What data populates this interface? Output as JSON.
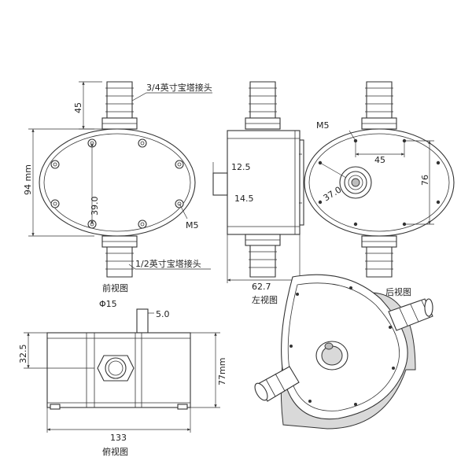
{
  "labels": {
    "barb_34": "3/4英寸宝塔接头",
    "barb_12": "1/2英寸宝塔接头",
    "m5_front": "M5",
    "m5_back": "M5"
  },
  "dimensions": {
    "d45_front": "45",
    "d94": "94 mm",
    "d39": "39.0",
    "d12_5": "12.5",
    "d14_5": "14.5",
    "d62_7": "62.7",
    "d45_back": "45",
    "d76": "76",
    "d37": "37.0",
    "phi15": "Φ15",
    "d5_0": "5.0",
    "d32_5": "32.5",
    "d77": "77mm",
    "d133": "133"
  },
  "views": {
    "front": "前视图",
    "left": "左视图",
    "back": "后视图",
    "top": "俯视图"
  }
}
